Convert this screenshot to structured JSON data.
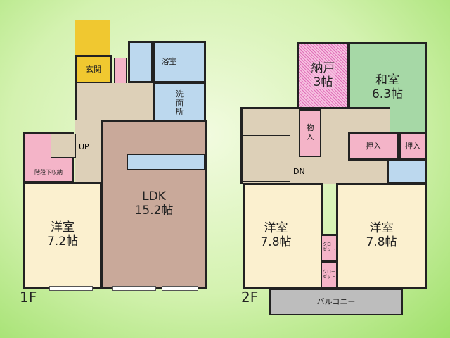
{
  "floor1": {
    "label": "1F",
    "rooms": {
      "genkan": "玄関",
      "bath": "浴室",
      "washroom": "洗\n面\n所",
      "storage": "階段下収納",
      "ldk": "LDK\n15.2帖",
      "western": "洋室\n7.2帖",
      "stairs": "UP"
    }
  },
  "floor2": {
    "label": "2F",
    "rooms": {
      "nando": "納戸\n3帖",
      "washitsu": "和室\n6.3帖",
      "monoire": "物\n入",
      "oshiire1": "押入",
      "oshiire2": "押入",
      "stairs": "DN",
      "western_left": "洋室\n7.8帖",
      "western_right": "洋室\n7.8帖",
      "closet1": "クロー\nゼット",
      "closet2": "クロー\nゼット",
      "balcony": "バルコニー"
    }
  },
  "colors": {
    "entrance": "#f0c830",
    "wet": "#bcd8ee",
    "storage": "#f4b4c8",
    "ldk": "#c9a99a",
    "western": "#fbf0cf",
    "tatami": "#a6d8a6",
    "hall": "#ddd0b8",
    "balcony": "#bdbdbd"
  }
}
